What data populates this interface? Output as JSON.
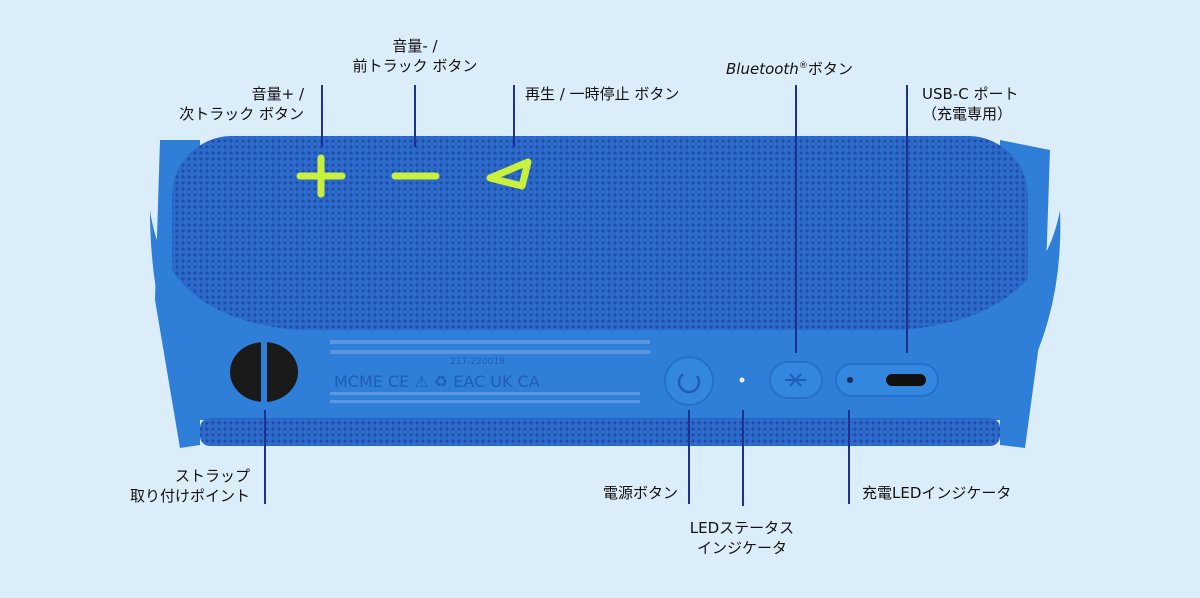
{
  "colors": {
    "background": "#dcedfa",
    "speaker_body": "#2f7fd8",
    "mesh": "#2a68c8",
    "buttons": "#c8f03c",
    "leader_lines": "#1d3290"
  },
  "labels": {
    "volume_up": [
      "音量+ /",
      "次トラック ボタン"
    ],
    "volume_down": [
      "音量- /",
      "前トラック ボタン"
    ],
    "play_pause": "再生 / 一時停止 ボタン",
    "bluetooth_italic": "Bluetooth",
    "bluetooth_reg": "®",
    "bluetooth_suffix": "ボタン",
    "usb_c": [
      "USB-C ポート",
      "（充電専用）"
    ],
    "strap": [
      "ストラップ",
      "取り付けポイント"
    ],
    "power": "電源ボタン",
    "led_status": [
      "LEDステータス",
      "インジケータ"
    ],
    "charge_led": "充電LEDインジケータ"
  },
  "product_marking": "217-220019"
}
